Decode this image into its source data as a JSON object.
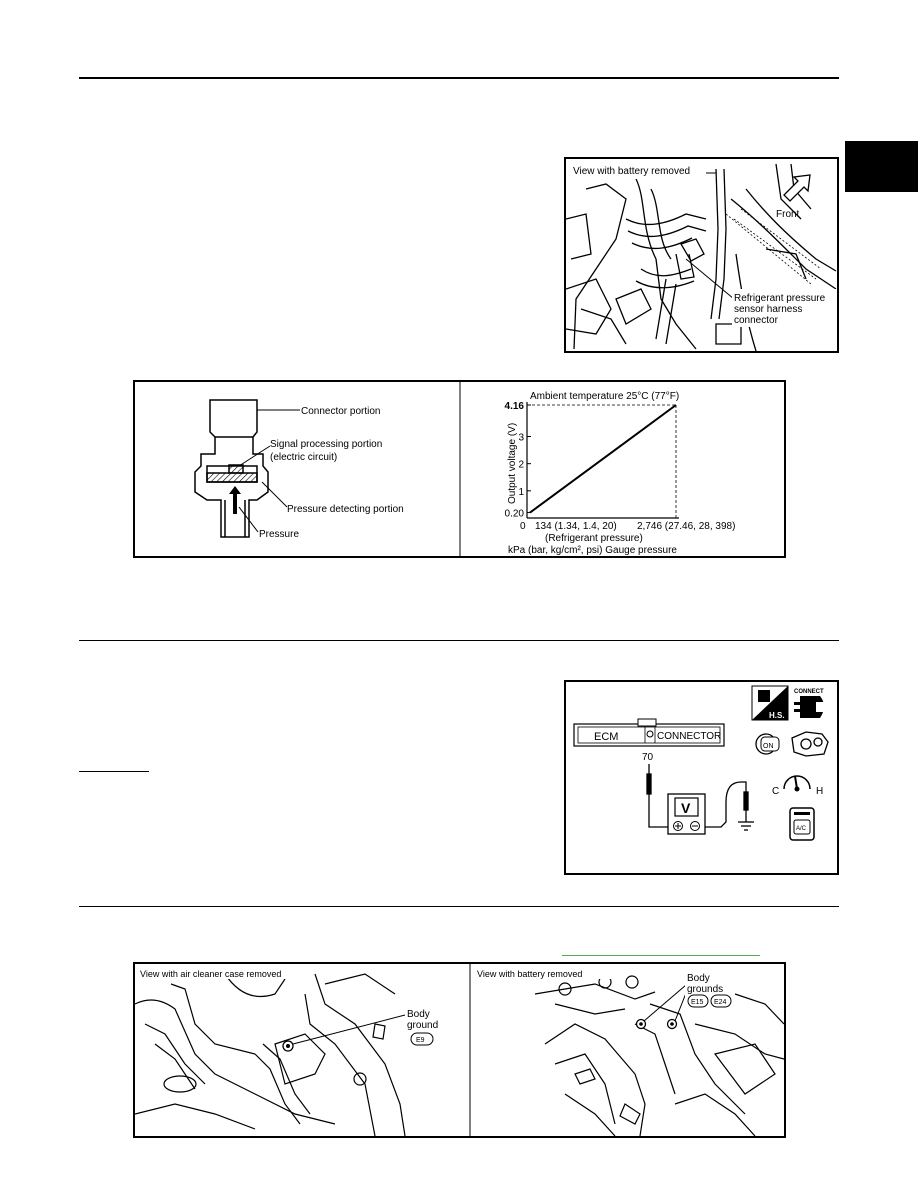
{
  "sidebar": {
    "tab_label": ""
  },
  "figure1": {
    "caption": "View with battery removed",
    "front_label": "Front",
    "connector_label": [
      "Refrigerant pressure",
      "sensor harness",
      "connector"
    ]
  },
  "figure2": {
    "sensor_labels": {
      "connector": "Connector portion",
      "signal_1": "Signal processing portion",
      "signal_2": "(electric circuit)",
      "detecting": "Pressure detecting portion",
      "pressure": "Pressure"
    },
    "graph": {
      "title": "Ambient temperature 25°C (77°F)",
      "ylabel": "Output voltage (V)",
      "x_tick_zero": "0",
      "x_tick_low": "134 (1.34, 1.4, 20)",
      "x_tick_high": "2,746 (27.46, 28, 398)",
      "xlabel_1": "(Refrigerant pressure)",
      "xlabel_2": "kPa (bar, kg/cm², psi) Gauge pressure",
      "y_ticks": [
        "4.16",
        "3",
        "2",
        "1",
        "0.20"
      ]
    }
  },
  "chart_data": {
    "type": "line",
    "title": "Ambient temperature 25°C (77°F)",
    "xlabel": "(Refrigerant pressure) kPa (bar, kg/cm², psi) Gauge pressure",
    "ylabel": "Output voltage (V)",
    "series": [
      {
        "x": [
          134,
          2746
        ],
        "y": [
          0.2,
          4.16
        ]
      }
    ],
    "ylim": [
      0,
      4.16
    ]
  },
  "section2": {
    "underlined_text": ""
  },
  "figure3": {
    "ecm_label": "ECM",
    "connector_label": "CONNECTOR",
    "pin_label": "70",
    "meter_label": "V",
    "connect_label": "CONNECT",
    "hs_label": "H.S.",
    "on_label": "ON",
    "c_label": "C",
    "h_label": "H",
    "ac_label": "A/C"
  },
  "figure4": {
    "left_caption": "View with air cleaner case removed",
    "left_ground_1": "Body",
    "left_ground_2": "ground",
    "left_ground_code": "E9",
    "right_caption": "View with battery removed",
    "right_ground_1": "Body",
    "right_ground_2": "grounds",
    "right_code_1": "E15",
    "right_code_2": "E24"
  }
}
